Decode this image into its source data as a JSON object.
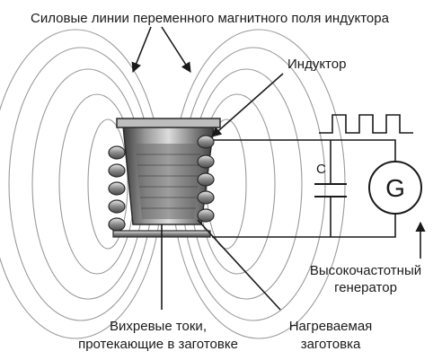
{
  "labels": {
    "field_lines": "Силовые линии переменного магнитного поля индуктора",
    "inductor": "Индуктор",
    "capacitor": "C",
    "generator_symbol": "G",
    "generator_line1": "Высокочастотный",
    "generator_line2": "генератор",
    "eddy_line1": "Вихревые токи,",
    "eddy_line2": "протекающие в заготовке",
    "workpiece_line1": "Нагреваемая",
    "workpiece_line2": "заготовка"
  },
  "colors": {
    "ink": "#1a1a1a",
    "field_line": "#8a8a8a",
    "coil": "#6f6f6f",
    "crucible_dark": "#4a4a4a",
    "crucible_light": "#c9c9c9"
  },
  "icons": {
    "generator": "generator-circle-icon",
    "square_wave": "square-wave-icon",
    "capacitor": "capacitor-icon"
  }
}
